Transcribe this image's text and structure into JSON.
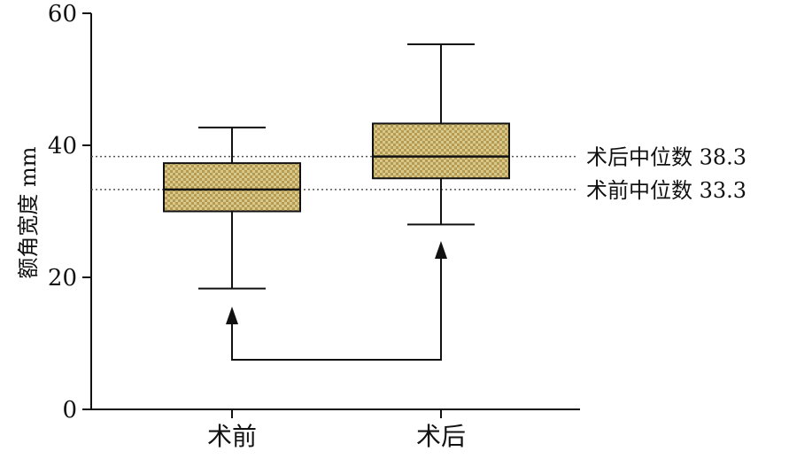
{
  "chart_data": {
    "type": "box",
    "title": "",
    "xlabel": "",
    "ylabel": "额角宽度 mm",
    "ylim": [
      0,
      60
    ],
    "yticks": [
      0,
      20,
      40,
      60
    ],
    "categories": [
      "术前",
      "术后"
    ],
    "boxes": [
      {
        "category": "术前",
        "whisker_low": 18.3,
        "q1": 30.0,
        "median": 33.3,
        "q3": 37.3,
        "whisker_high": 42.7
      },
      {
        "category": "术后",
        "whisker_low": 28.0,
        "q1": 35.0,
        "median": 38.3,
        "q3": 43.3,
        "whisker_high": 55.3
      }
    ],
    "reference_lines": [
      {
        "label": "术后中位数 38.3",
        "value": 38.3
      },
      {
        "label": "术前中位数 33.3",
        "value": 33.3
      }
    ],
    "grid": false,
    "box_fill": "#d8c98a",
    "box_pattern_color": "#b49a52",
    "line_color": "#111111"
  }
}
